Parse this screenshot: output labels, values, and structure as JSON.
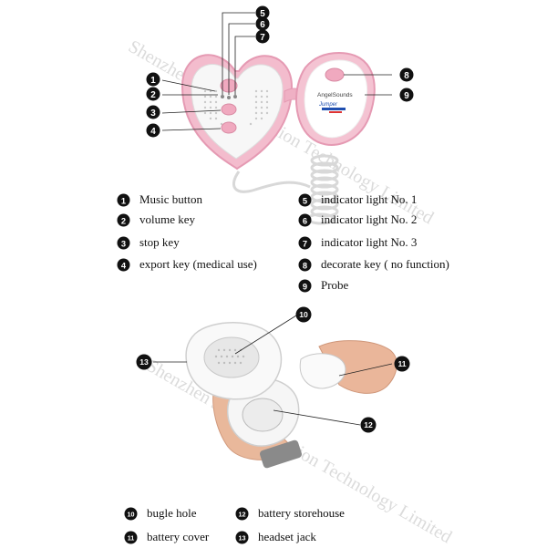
{
  "watermark": "Shenzhen Jumper Creation Technology Limited",
  "device_labels": {
    "brand": "AngelSounds",
    "maker": "Jumper"
  },
  "legend_top": [
    {
      "num": "1",
      "label": "Music  button"
    },
    {
      "num": "2",
      "label": "volume key"
    },
    {
      "num": "3",
      "label": "stop key"
    },
    {
      "num": "4",
      "label": "export key (medical use)"
    },
    {
      "num": "5",
      "label": "indicator light No. 1"
    },
    {
      "num": "6",
      "label": "indicator light No. 2"
    },
    {
      "num": "7",
      "label": "indicator light No. 3"
    },
    {
      "num": "8",
      "label": "decorate key ( no function)"
    },
    {
      "num": "9",
      "label": "Probe"
    }
  ],
  "legend_bottom": [
    {
      "num": "10",
      "label": "bugle hole"
    },
    {
      "num": "11",
      "label": "battery cover"
    },
    {
      "num": "12",
      "label": "battery storehouse"
    },
    {
      "num": "13",
      "label": "headset jack"
    }
  ],
  "callouts_top": [
    "1",
    "2",
    "3",
    "4",
    "5",
    "6",
    "7",
    "8",
    "9"
  ],
  "callouts_bottom": [
    "10",
    "11",
    "12",
    "13"
  ],
  "colors": {
    "pink": "#f2b7c9",
    "pink_dark": "#e48aa8",
    "body": "#f5f5f5",
    "callout": "#111111"
  }
}
